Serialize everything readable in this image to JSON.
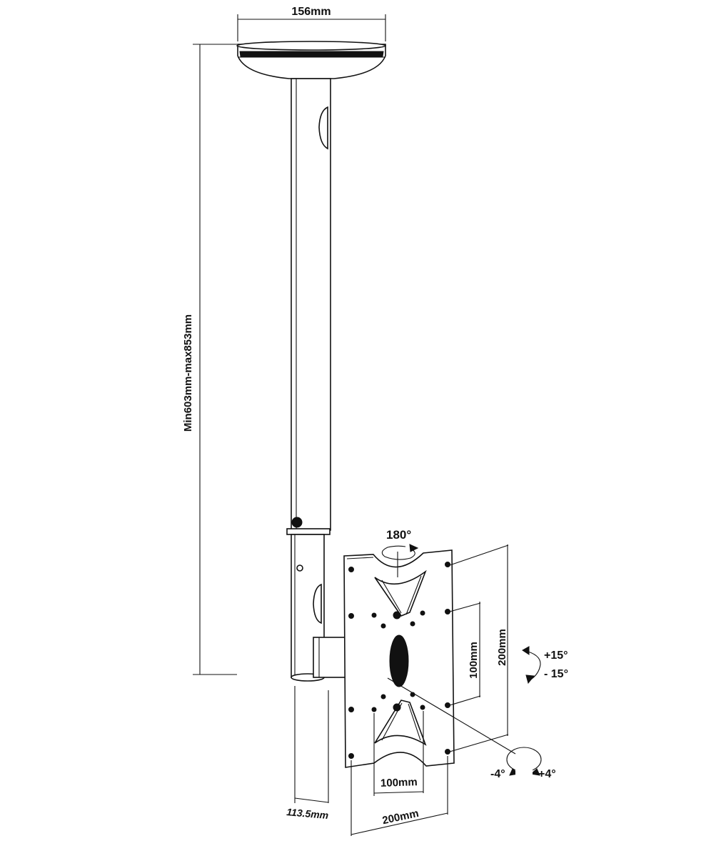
{
  "dimensions": {
    "base_width": "156mm",
    "height_range": "Min603mm-max853mm",
    "pole_offset": "113.5mm",
    "vesa_outer_vertical": "200mm",
    "vesa_inner_vertical": "100mm",
    "vesa_inner_horizontal": "100mm",
    "vesa_outer_horizontal": "200mm"
  },
  "adjustments": {
    "swivel": "180°",
    "tilt_up": "+15°",
    "tilt_down": "- 15°",
    "rotate_left": "-4°",
    "rotate_right": "+4°"
  },
  "colors": {
    "line": "#111111",
    "background": "#ffffff"
  }
}
